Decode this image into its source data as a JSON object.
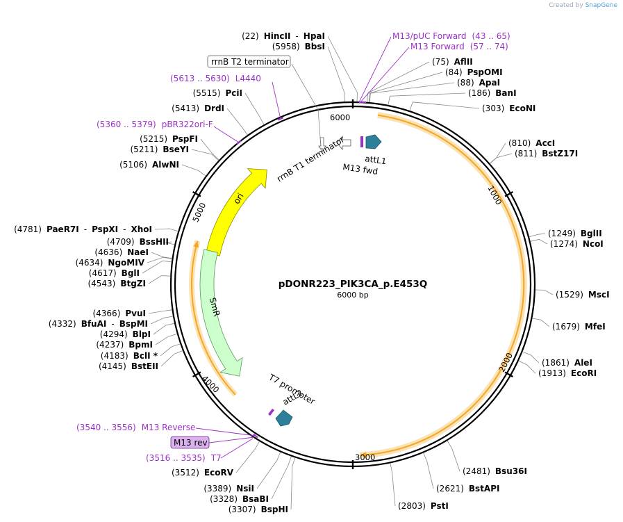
{
  "app": {
    "credit_prefix": "Created by",
    "credit_brand": "SnapGene"
  },
  "plasmid": {
    "name": "pDONR223_PIK3CA_p.E453Q",
    "length_label": "6000 bp"
  },
  "ticks": [
    "1000",
    "2000",
    "3000",
    "4000",
    "5000",
    "6000"
  ],
  "enzymes": [
    {
      "pos": "(22)",
      "name": "HincII",
      "sep": "-",
      "name2": "HpaI"
    },
    {
      "pos": "(5958)",
      "name": "BbsI"
    },
    {
      "pos": "(75)",
      "name": "AflII"
    },
    {
      "pos": "(84)",
      "name": "PspOMI"
    },
    {
      "pos": "(88)",
      "name": "ApaI"
    },
    {
      "pos": "(186)",
      "name": "BanI"
    },
    {
      "pos": "(303)",
      "name": "EcoNI"
    },
    {
      "pos": "(810)",
      "name": "AccI"
    },
    {
      "pos": "(811)",
      "name": "BstZ17I"
    },
    {
      "pos": "(1249)",
      "name": "BglII"
    },
    {
      "pos": "(1274)",
      "name": "NcoI"
    },
    {
      "pos": "(1529)",
      "name": "MscI"
    },
    {
      "pos": "(1679)",
      "name": "MfeI"
    },
    {
      "pos": "(1861)",
      "name": "AleI"
    },
    {
      "pos": "(1913)",
      "name": "EcoRI"
    },
    {
      "pos": "(2481)",
      "name": "Bsu36I"
    },
    {
      "pos": "(2621)",
      "name": "BstAPI"
    },
    {
      "pos": "(2803)",
      "name": "PstI"
    },
    {
      "pos": "(3307)",
      "name": "BspHI"
    },
    {
      "pos": "(3328)",
      "name": "BsaBI"
    },
    {
      "pos": "(3389)",
      "name": "NsiI"
    },
    {
      "pos": "(3512)",
      "name": "EcoRV"
    },
    {
      "pos": "(4145)",
      "name": "BstEII"
    },
    {
      "pos": "(4183)",
      "name": "BclI *"
    },
    {
      "pos": "(4237)",
      "name": "BpmI"
    },
    {
      "pos": "(4294)",
      "name": "BlpI"
    },
    {
      "pos": "(4332)",
      "name": "BfuAI",
      "sep": "-",
      "name2": "BspMI"
    },
    {
      "pos": "(4366)",
      "name": "PvuI"
    },
    {
      "pos": "(4543)",
      "name": "BtgZI"
    },
    {
      "pos": "(4617)",
      "name": "BglI"
    },
    {
      "pos": "(4634)",
      "name": "NgoMIV"
    },
    {
      "pos": "(4636)",
      "name": "NaeI"
    },
    {
      "pos": "(4709)",
      "name": "BssHII"
    },
    {
      "pos": "(4781)",
      "name": "PaeR7I",
      "sep": "-",
      "name2": "PspXI",
      "sep2": "-",
      "name3": "XhoI"
    },
    {
      "pos": "(5106)",
      "name": "AlwNI"
    },
    {
      "pos": "(5211)",
      "name": "BseYI"
    },
    {
      "pos": "(5215)",
      "name": "PspFI"
    },
    {
      "pos": "(5413)",
      "name": "DrdI"
    },
    {
      "pos": "(5515)",
      "name": "PciI"
    }
  ],
  "primers": [
    {
      "name": "M13/pUC Forward",
      "range": "(43 .. 65)"
    },
    {
      "name": "M13 Forward",
      "range": "(57 .. 74)"
    },
    {
      "name": "L4440",
      "range": "(5613 .. 5630)"
    },
    {
      "name": "pBR322ori-F",
      "range": "(5360 .. 5379)"
    },
    {
      "name": "M13 Reverse",
      "range": "(3540 .. 3556)"
    },
    {
      "name": "M13 rev"
    },
    {
      "name": "T7",
      "range": "(3516 .. 3535)"
    }
  ],
  "features": {
    "rrnb_t2": "rrnB T2 terminator",
    "rrnb_t1": "rrnB T1 terminator",
    "attl1": "attL1",
    "m13fwd": "M13 fwd",
    "ori": "ori",
    "smr": "SmR",
    "t7": "T7 promoter",
    "attl2": "attL2"
  },
  "colors": {
    "backbone": "#000000",
    "orf": "#f5a623",
    "orf_glow": "#fbe3b5",
    "ori": "#ffff00",
    "smr": "#ccffcc",
    "att": "#2e7f99",
    "primer": "#9b30c8",
    "m13rev_box": "#dcb2ee"
  }
}
